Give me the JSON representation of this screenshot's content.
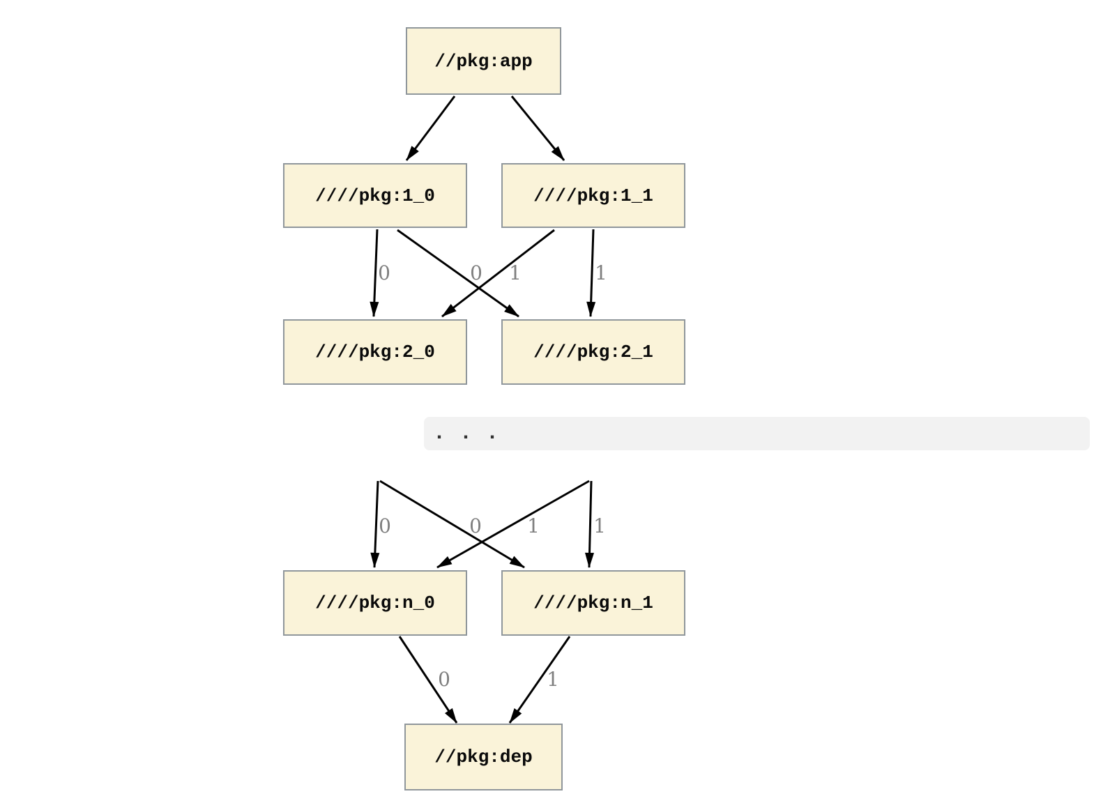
{
  "diagram": {
    "type": "dependency-graph",
    "nodes": [
      {
        "id": "app",
        "label": "//pkg:app"
      },
      {
        "id": "1_0",
        "label": "////pkg:1_0"
      },
      {
        "id": "1_1",
        "label": "////pkg:1_1"
      },
      {
        "id": "2_0",
        "label": "////pkg:2_0"
      },
      {
        "id": "2_1",
        "label": "////pkg:2_1"
      },
      {
        "id": "n_0",
        "label": "////pkg:n_0"
      },
      {
        "id": "n_1",
        "label": "////pkg:n_1"
      },
      {
        "id": "dep",
        "label": "//pkg:dep"
      }
    ],
    "edges": [
      {
        "from": "app",
        "to": "1_0",
        "label": ""
      },
      {
        "from": "app",
        "to": "1_1",
        "label": ""
      },
      {
        "from": "1_0",
        "to": "2_0",
        "label": "0"
      },
      {
        "from": "1_0",
        "to": "2_1",
        "label": "1"
      },
      {
        "from": "1_1",
        "to": "2_0",
        "label": "0"
      },
      {
        "from": "1_1",
        "to": "2_1",
        "label": "1"
      },
      {
        "from": "",
        "to": "n_0",
        "label": "0"
      },
      {
        "from": "",
        "to": "n_1",
        "label": "1"
      },
      {
        "from": "",
        "to": "n_0",
        "label": "0"
      },
      {
        "from": "",
        "to": "n_1",
        "label": "1"
      },
      {
        "from": "n_0",
        "to": "dep",
        "label": "0"
      },
      {
        "from": "n_1",
        "to": "dep",
        "label": "1"
      }
    ],
    "ellipsis_text": ". . .",
    "colors": {
      "node_fill": "#faf3d9",
      "node_border": "#8f969b",
      "edge": "#000000",
      "edge_label": "#7f7f7f",
      "ellipsis_band_bg": "#f2f2f2",
      "ellipsis_dots": "#333333",
      "background": "#ffffff"
    }
  }
}
